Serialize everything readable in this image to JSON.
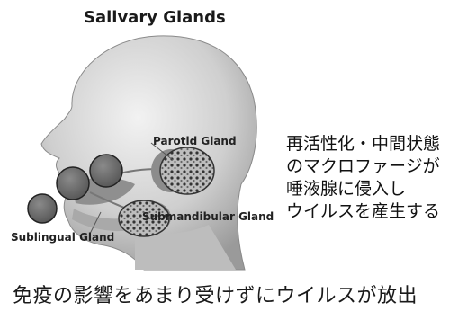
{
  "figure": {
    "title": "Salivary Glands",
    "labels": {
      "parotid": "Parotid Gland",
      "submandibular": "Submandibular Gland",
      "sublingual": "Sublingual Gland"
    }
  },
  "description": {
    "lines": [
      "再活性化・中間状態",
      "のマクロファージが",
      "唾液腺に侵入し",
      "ウイルスを産生する"
    ]
  },
  "caption": "免疫の影響をあまり受けずにウイルスが放出"
}
